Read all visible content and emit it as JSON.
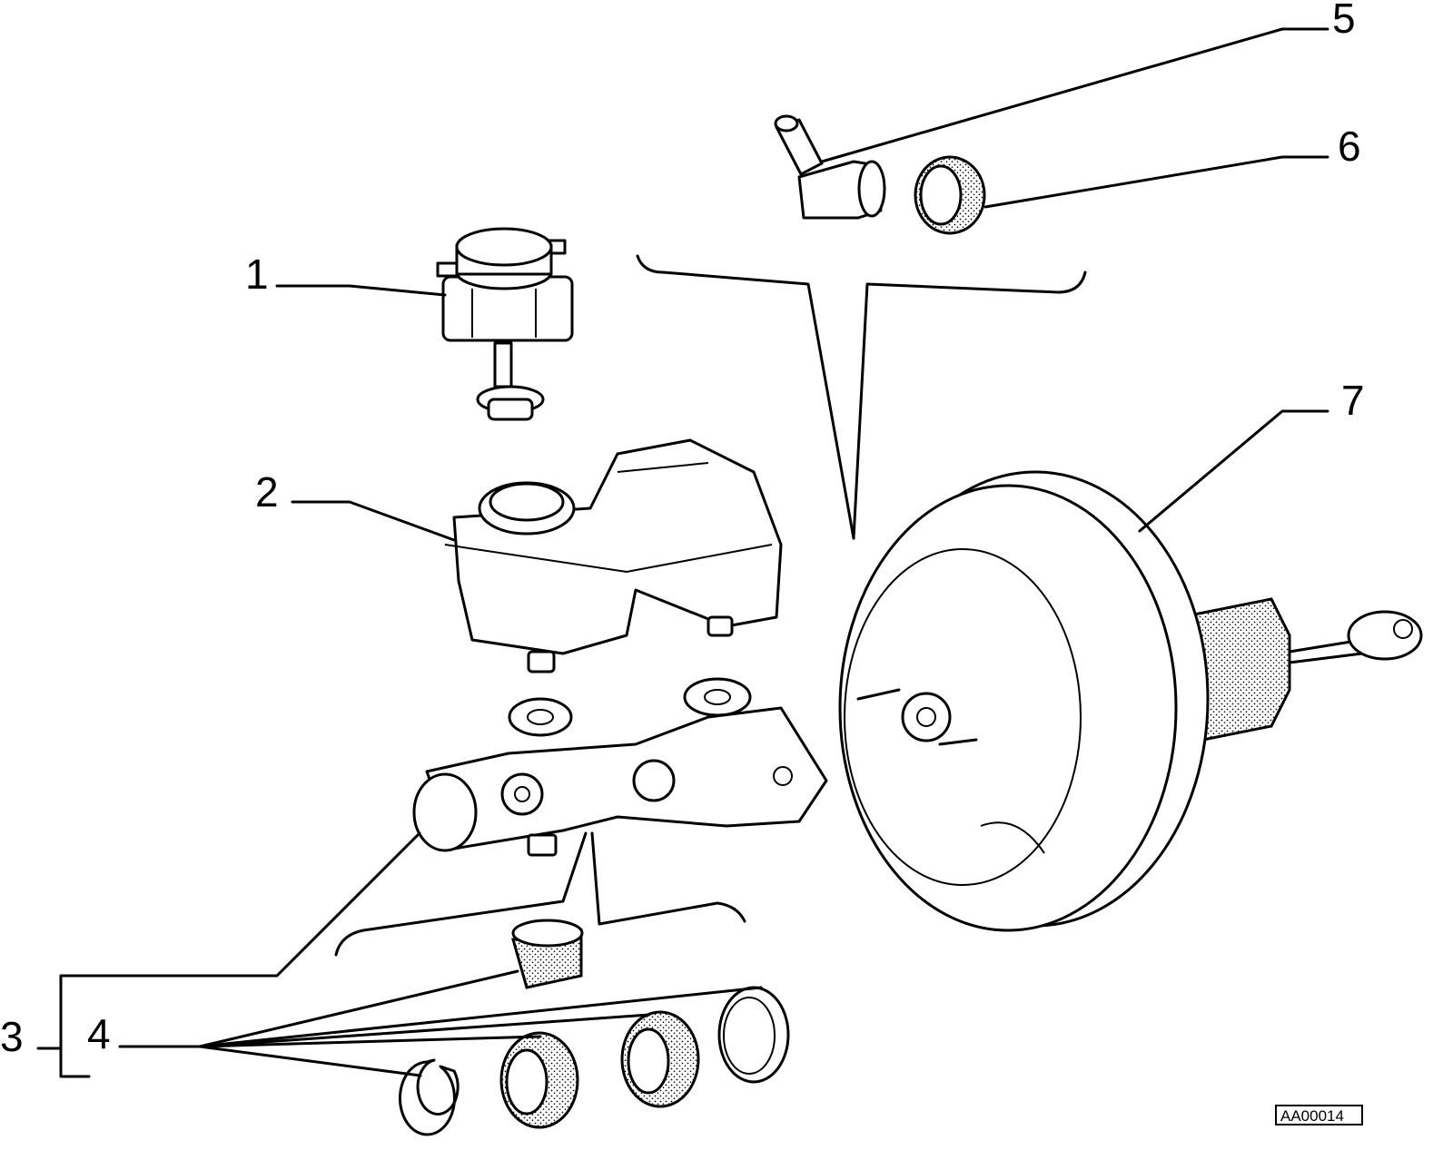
{
  "callouts": {
    "c1": "1",
    "c2": "2",
    "c3": "3",
    "c4": "4",
    "c5": "5",
    "c6": "6",
    "c7": "7"
  },
  "reference_code": "AA00014"
}
